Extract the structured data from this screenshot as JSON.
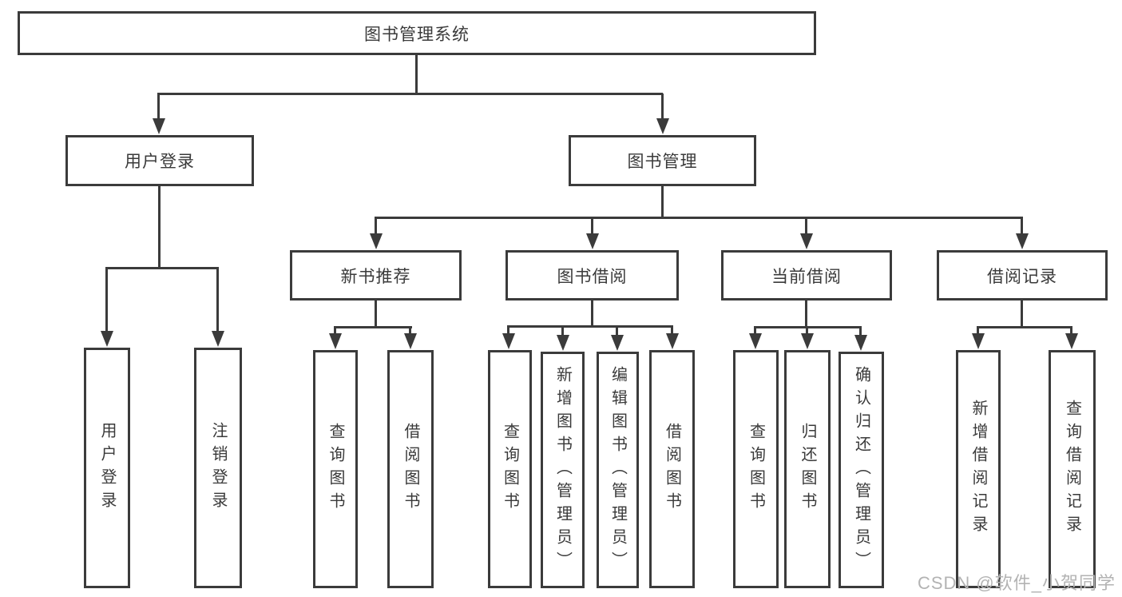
{
  "nodes": {
    "root": "图书管理系统",
    "user_login": "用户登录",
    "book_management": "图书管理",
    "new_book_recommend": "新书推荐",
    "book_borrow": "图书借阅",
    "current_borrow": "当前借阅",
    "borrow_records": "借阅记录",
    "leaf_user_login": "用户登录",
    "leaf_logout": "注销登录",
    "leaf_nb_query_books": "查询图书",
    "leaf_nb_borrow_books": "借阅图书",
    "leaf_bb_query_books": "查询图书",
    "leaf_bb_add_books": "新增图书（管理员）",
    "leaf_bb_edit_books": "编辑图书（管理员）",
    "leaf_bb_borrow_books": "借阅图书",
    "leaf_cb_query_books": "查询图书",
    "leaf_cb_return_books": "归还图书",
    "leaf_cb_confirm_return": "确认归还（管理员）",
    "leaf_br_add_record": "新增借阅记录",
    "leaf_br_query_record": "查询借阅记录"
  },
  "watermark": "CSDN @软件_小贺同学",
  "colors": {
    "line": "#3b3b3b",
    "text": "#3a3a3a",
    "box_bg": "#ffffff",
    "watermark": "#b3b3b3"
  }
}
